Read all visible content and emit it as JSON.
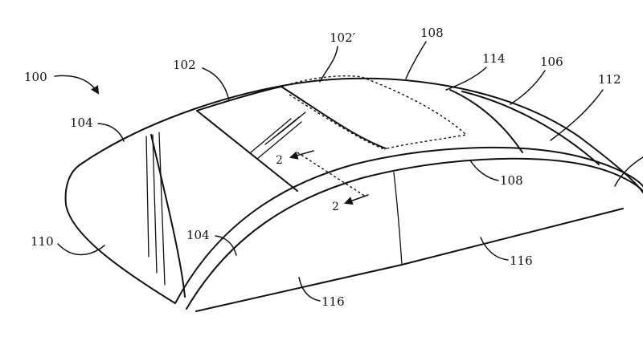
{
  "figure": {
    "labels": {
      "l100": "100",
      "l102": "102",
      "l102p": "102′",
      "l108a": "108",
      "l114": "114",
      "l106": "106",
      "l112": "112",
      "l104a": "104",
      "l108b": "108",
      "l110": "110",
      "l104b": "104",
      "l116a": "116",
      "l116b": "116",
      "l2a": "2",
      "l2b": "2"
    }
  }
}
